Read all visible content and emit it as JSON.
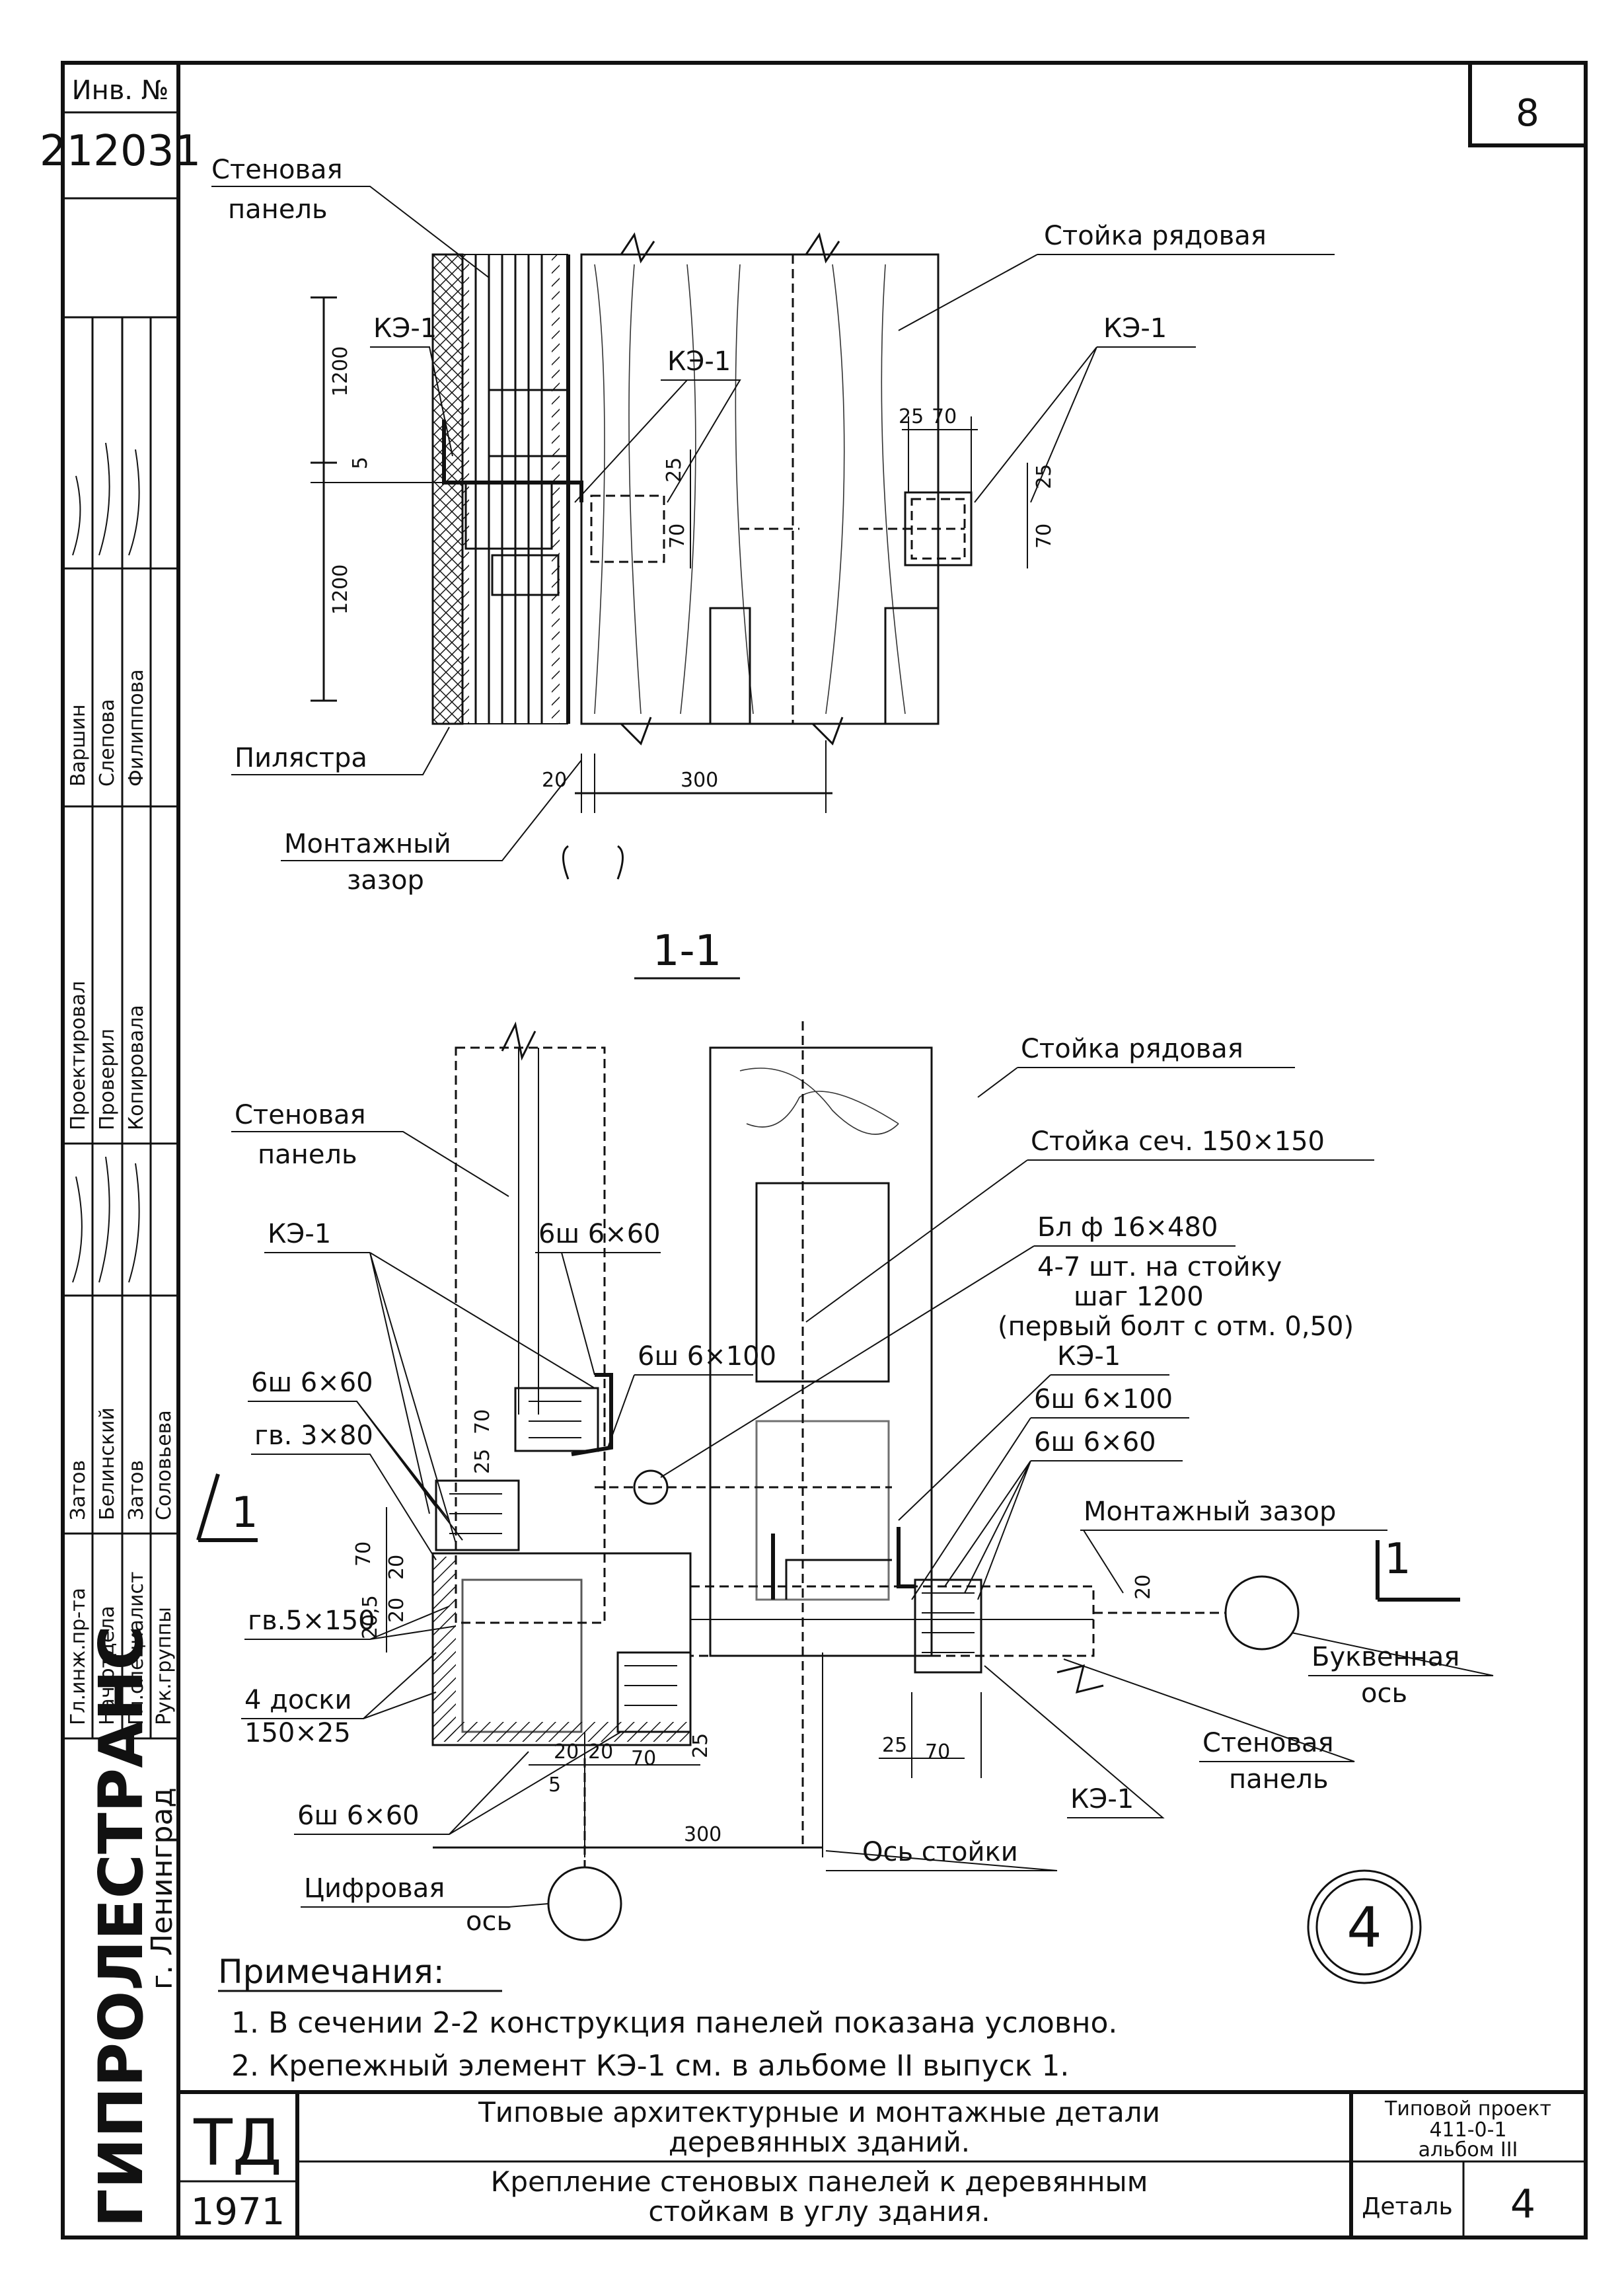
{
  "sheet_number": "8",
  "inventory": {
    "label": "Инв. №",
    "number": "212031"
  },
  "signatures": {
    "left_column": [
      {
        "role": "Гл.инж.пр-та",
        "name": "Затов"
      },
      {
        "role": "Нач.отдела",
        "name": "Белинский"
      },
      {
        "role": "Гл.специалист",
        "name": "Затов"
      },
      {
        "role": "Рук.группы",
        "name": "Соловьева"
      }
    ],
    "right_column": [
      {
        "role": "Проектировал",
        "name": "Варшин"
      },
      {
        "role": "Проверил",
        "name": "Слепова"
      },
      {
        "role": "Копировала",
        "name": "Филиппова"
      }
    ]
  },
  "organization": {
    "name": "ГИПРОЛЕСТРАНС",
    "city": "г. Ленинград"
  },
  "section_1_1": {
    "title": "1-1",
    "labels": {
      "wall_panel": [
        "Стеновая",
        "панель"
      ],
      "post": "Стойка рядовая",
      "ke1_a": "КЭ-1",
      "ke1_b": "КЭ-1",
      "ke1_c": "КЭ-1",
      "pilaster": "Пилястра",
      "gap": [
        "Монтажный",
        "зазор"
      ]
    },
    "dims": {
      "h_top": "1200",
      "h_bot": "1200",
      "gap5": "5",
      "d25a": "25",
      "d70a": "70",
      "d25b": "25",
      "d70b": "70",
      "d25c": "25",
      "d70c": "70",
      "d20": "20",
      "d300": "300"
    }
  },
  "detail_plan": {
    "labels": {
      "post": "Стойка рядовая",
      "wall_panel": [
        "Стеновая",
        "панель"
      ],
      "post_section": "Стойка сеч. 150×150",
      "ke1_top": "КЭ-1",
      "bolt_title": "Бл ф 16×480",
      "bolt_qty": "4-7 шт. на стойку",
      "bolt_step": "шаг 1200",
      "bolt_first": "(первый болт с отм. 0,50)",
      "ke1_mid": "КЭ-1",
      "bsh_6x60_a": "6ш 6×60",
      "bsh_6x100_a": "6ш 6×100",
      "bsh_6x100_b": "6ш 6×100",
      "bsh_6x60_b": "6ш 6×60",
      "bsh_6x60_c": "6ш 6×60",
      "nail_3x80": "гв. 3×80",
      "nail_5x150": "гв.5×150",
      "boards": "4 доски",
      "boards_size": "150×25",
      "bsh_6x60_d": "6ш 6×60",
      "gap": "Монтажный зазор",
      "letter_axis": "Буквенная",
      "letter_axis_2": "ось",
      "wall_panel_2": [
        "Стеновая",
        "панель"
      ],
      "ke1_bottom": "КЭ-1",
      "post_axis": "Ось стойки",
      "digit_axis": "Цифровая",
      "digit_axis_2": "ось",
      "section_mark_left": "1",
      "section_mark_right": "1",
      "detail_number": "4"
    },
    "dims": {
      "d25": "25",
      "d70": "70",
      "d70b": "70",
      "d20": "20",
      "d205": "20,5",
      "d20b": "20",
      "d20c": "20",
      "d20d": "20",
      "d5": "5",
      "d70c": "70",
      "d25b": "25",
      "d25c": "25",
      "d70d": "70",
      "d300": "300",
      "d20e": "20"
    }
  },
  "notes": {
    "title": "Примечания:",
    "items": [
      "1. В сечении 2-2 конструкция панелей показана условно.",
      "2. Крепежный элемент КЭ-1 см. в альбоме II выпуск 1."
    ]
  },
  "title_block": {
    "code": "ТД",
    "year": "1971",
    "title_line1": "Типовые архитектурные и монтажные детали",
    "title_line2": "деревянных зданий.",
    "subtitle_line1": "Крепление стеновых панелей к деревянным",
    "subtitle_line2": "стойкам в углу здания.",
    "project_label": "Типовой проект",
    "project_number": "411-0-1",
    "album": "альбом III",
    "detail_label": "Деталь",
    "detail_value": "4"
  }
}
